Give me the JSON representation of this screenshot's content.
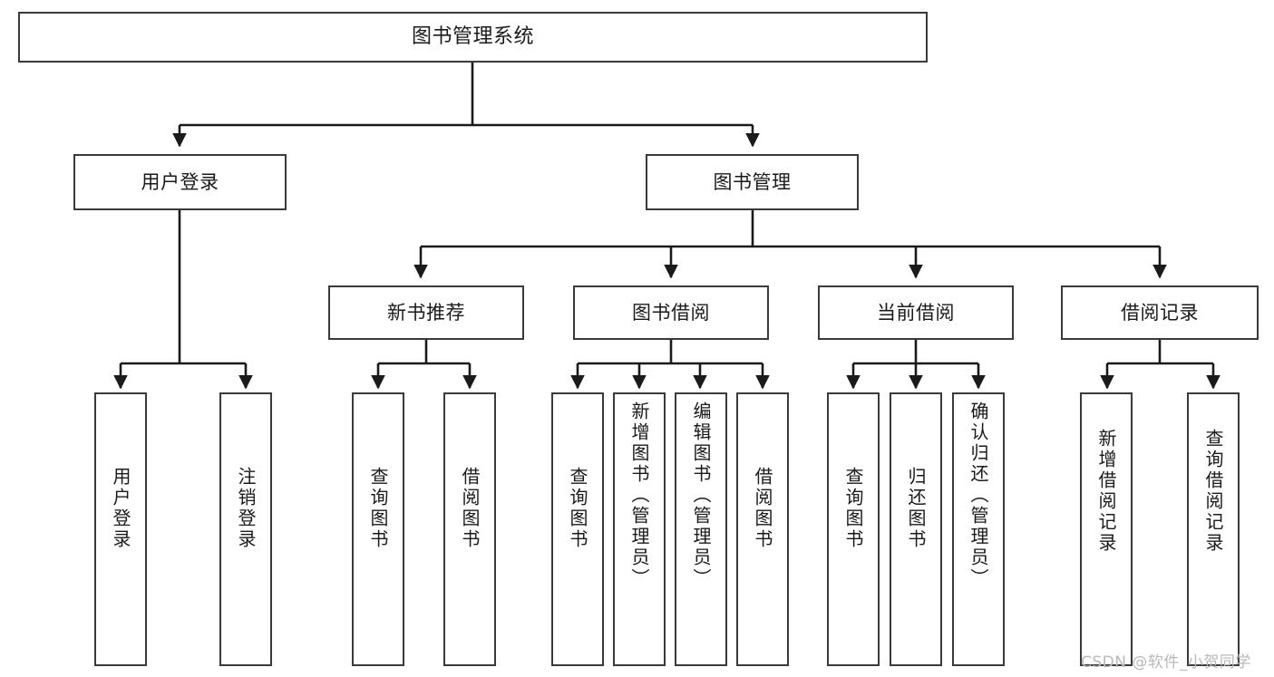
{
  "diagram": {
    "type": "tree",
    "title": "图书管理系统",
    "orientation": "top-down",
    "colors": {
      "box_border": "#3a3a3a",
      "box_fill": "#ffffff",
      "edge": "#1a1a1a",
      "text": "#1a1a1a",
      "watermark": "#b9b9b9"
    }
  },
  "nodes": {
    "root": {
      "label": "图书管理系统"
    },
    "level2": [
      {
        "label": "用户登录"
      },
      {
        "label": "图书管理"
      }
    ],
    "level3": [
      {
        "label": "新书推荐"
      },
      {
        "label": "图书借阅"
      },
      {
        "label": "当前借阅"
      },
      {
        "label": "借阅记录"
      }
    ],
    "leaves": {
      "user_login": [
        {
          "label": "用户登录"
        },
        {
          "label": "注销登录"
        }
      ],
      "new_book": [
        {
          "label": "查询图书"
        },
        {
          "label": "借阅图书"
        }
      ],
      "book_borrow": [
        {
          "label": "查询图书"
        },
        {
          "label": "新增图书（管理员）"
        },
        {
          "label": "编辑图书（管理员）"
        },
        {
          "label": "借阅图书"
        }
      ],
      "current_borrow": [
        {
          "label": "查询图书"
        },
        {
          "label": "归还图书"
        },
        {
          "label": "确认归还（管理员）"
        }
      ],
      "borrow_record": [
        {
          "label": "新增借阅记录"
        },
        {
          "label": "查询借阅记录"
        }
      ]
    }
  },
  "watermark": {
    "text": "CSDN @软件_小贺同学"
  }
}
